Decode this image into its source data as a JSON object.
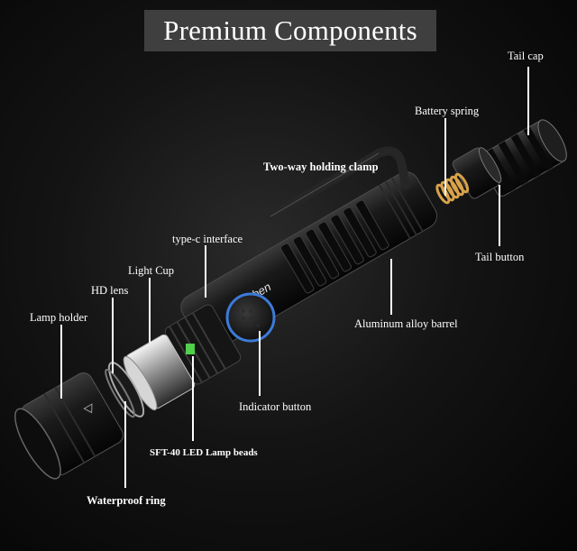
{
  "title": "Premium Components",
  "labels": {
    "tail_cap": "Tail cap",
    "battery_spring": "Battery spring",
    "two_way_clamp": "Two-way holding clamp",
    "type_c": "type-c interface",
    "light_cup": "Light Cup",
    "hd_lens": "HD lens",
    "lamp_holder": "Lamp holder",
    "tail_button": "Tail button",
    "aluminum_barrel": "Aluminum alloy barrel",
    "indicator_button": "Indicator button",
    "led_beads": "SFT-40 LED Lamp beads",
    "waterproof_ring": "Waterproof ring"
  },
  "brand_engraving": "Wuben"
}
